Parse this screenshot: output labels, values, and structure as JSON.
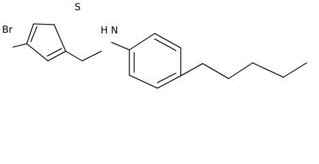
{
  "molecule": {
    "atoms": {
      "bromine": "Br",
      "sulfur": "S",
      "amine": "H\nN"
    },
    "colors": {
      "bond": "#000000",
      "text": "#000000",
      "background": "#ffffff"
    }
  }
}
